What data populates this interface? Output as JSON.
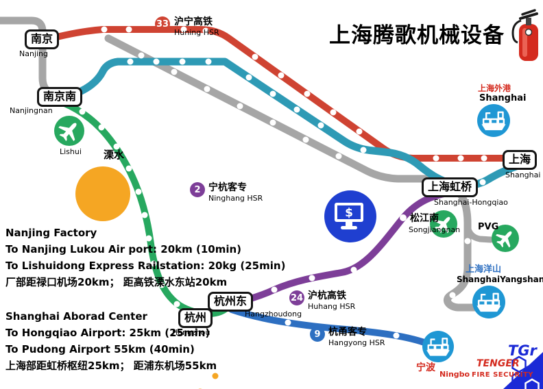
{
  "company": {
    "name": "上海腾歌机械设备"
  },
  "symbols": {
    "dollar": "$"
  },
  "colors": {
    "red_line": "#cf4332",
    "teal_line": "#2e9ab5",
    "gray_line": "#a6a6a6",
    "green_line": "#27a85f",
    "purple_line": "#7d3e98",
    "blue_line": "#2d6fc1",
    "port_blue": "#1f97d4",
    "factory_orange": "#f5a623",
    "money_blue": "#1f3fd0",
    "brand_red": "#d42a1e",
    "brand_blue": "#1b2ad6"
  },
  "stations": {
    "nanjing": {
      "zh": "南京",
      "en": "Nanjing"
    },
    "nanjingnan": {
      "zh": "南京南",
      "en": "Nanjingnan"
    },
    "lishui": {
      "zh": "溧水",
      "en": "Lishui"
    },
    "songjiangnan": {
      "zh": "松江南",
      "en": "Songjiangnan"
    },
    "hongqiao": {
      "zh": "上海虹桥",
      "en": "Shanghai-Hongqiao"
    },
    "shanghai": {
      "zh": "上海",
      "en": "Shanghai"
    },
    "hangzhoudong": {
      "zh": "杭州东",
      "en": "Hangzhoudong"
    },
    "hangzhou": {
      "zh": "杭州",
      "en": "Hangzhou"
    }
  },
  "rail_lines": {
    "huning": {
      "badge": "33",
      "zh": "沪宁高铁",
      "en": "Huning HSR"
    },
    "ninghang": {
      "badge": "2",
      "zh": "宁杭客专",
      "en": "Ninghang HSR"
    },
    "huhang": {
      "badge": "24",
      "zh": "沪杭高铁",
      "en": "Huhang HSR"
    },
    "hangyong": {
      "badge": "9",
      "zh": "杭甬客专",
      "en": "Hangyong HSR"
    }
  },
  "ports": {
    "waigang": {
      "zh": "上海外港",
      "en": "Shanghai"
    },
    "yangshan": {
      "zh": "上海洋山",
      "en": "ShanghaiYangshan"
    },
    "ningbo": {
      "zh": "宁波",
      "en": "Ningbo"
    }
  },
  "airports": {
    "pvg": "PVG"
  },
  "nanjing_info": {
    "title": "Nanjing Factory",
    "line1": "To Nanjing Lukou Air port: 20km (10min)",
    "line2": "To Lishuidong Express Railstation: 20kg (25min)",
    "line3": "厂部距禄口机场20km； 距高铁溧水东站20km"
  },
  "shanghai_info": {
    "title": "Shanghai Aborad Center",
    "line1": "To Hongqiao Airport: 25km (25min)",
    "line2": "To Pudong Airport 55km  (40min)",
    "line3": "上海部距虹桥枢纽25km； 距浦东机场55km"
  },
  "brand": {
    "tgr": "TGr",
    "name": "TENGER",
    "subtitle": "FIRE SECURITY"
  }
}
